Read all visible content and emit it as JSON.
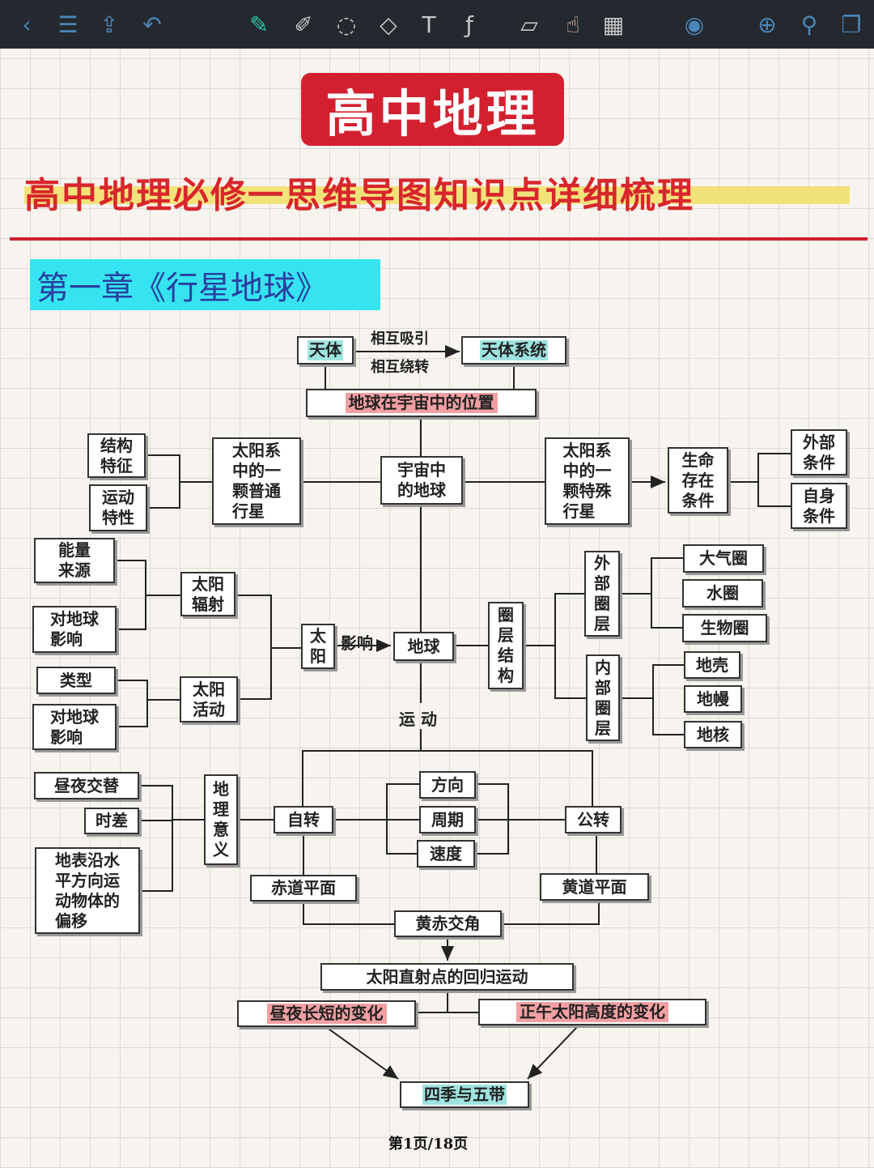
{
  "toolbar": {
    "icons": [
      "back-icon",
      "menu-icon",
      "share-icon",
      "undo-icon",
      "brush-icon",
      "highlighter-icon",
      "lasso-icon",
      "eraser-icon",
      "text-icon",
      "laser-icon",
      "ruler-icon",
      "finger-icon",
      "layout-icon",
      "mic-icon",
      "add-icon",
      "search-icon",
      "pages-icon"
    ]
  },
  "header": {
    "title": "高中地理",
    "subtitle": "高中地理必修一思维导图知识点详细梳理",
    "chapter": "第一章《行星地球》"
  },
  "labels": {
    "attract": "相互吸引",
    "orbit": "相互绕转",
    "influence": "影响",
    "motion": "运 动"
  },
  "nodes": {
    "tianti": "天体",
    "tianti_xitong": "天体系统",
    "position": "地球在宇宙中的位置",
    "jiegou": "结构\n特征",
    "yundong_tx": "运动\n特性",
    "putong": "太阳系\n中的一\n颗普通\n行星",
    "yuzhou": "宇宙中\n的地球",
    "teshu": "太阳系\n中的一\n颗特殊\n行星",
    "shengming": "生命\n存在\n条件",
    "waibu_tj": "外部\n条件",
    "zishen_tj": "自身\n条件",
    "nengliang": "能量\n来源",
    "duidiqiu1": "对地球\n影响",
    "fushe": "太阳\n辐射",
    "leixing": "类型",
    "duidiqiu2": "对地球\n影响",
    "huodong": "太阳\n活动",
    "taiyang": "太\n阳",
    "diqiu": "地球",
    "quanceng": "圈\n层\n结\n构",
    "waibu_qc": "外\n部\n圈\n层",
    "neibu_qc": "内\n部\n圈\n层",
    "daqi": "大气圈",
    "shui": "水圈",
    "shengwu": "生物圈",
    "diqiao": "地壳",
    "diman": "地幔",
    "dihe": "地核",
    "zhouye": "昼夜交替",
    "shicha": "时差",
    "pianyi": "地表沿水\n平方向运\n动物体的\n偏移",
    "dili_yiyi": "地\n理\n意\n义",
    "zizhuan": "自转",
    "fangxiang": "方向",
    "zhouqi": "周期",
    "sudu": "速度",
    "gongzhuan": "公转",
    "chidao": "赤道平面",
    "huangdao": "黄道平面",
    "huangchi": "黄赤交角",
    "huigui": "太阳直射点的回归运动",
    "zhouye_cd": "昼夜长短的变化",
    "zhengwu": "正午太阳高度的变化",
    "siji": "四季与五带"
  },
  "footer": {
    "page": "第1页/18页"
  },
  "colors": {
    "title_bg": "#d3202f",
    "chapter_bg": "#35e4f0",
    "teal": "#9fe3df",
    "pink": "#f2a0a3"
  }
}
